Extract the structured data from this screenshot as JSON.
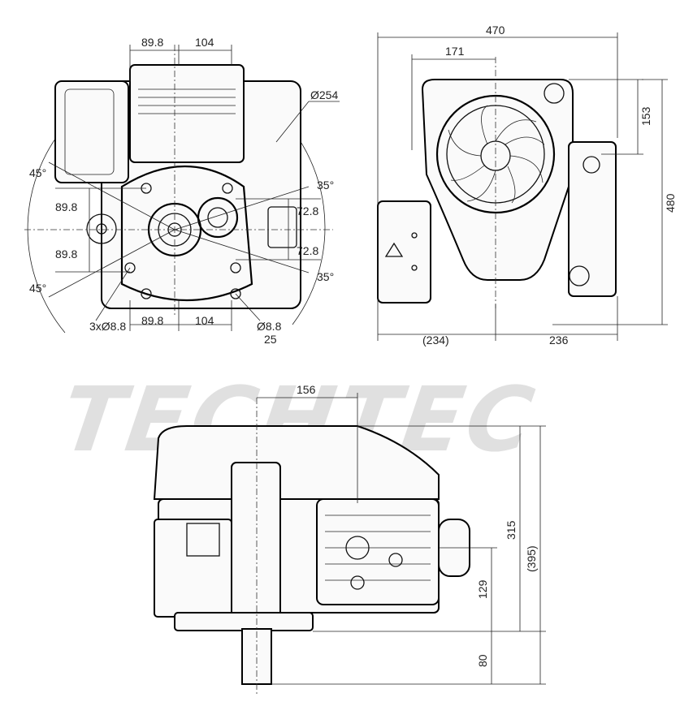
{
  "watermark": "TECHTEC",
  "top_left_view": {
    "dim_top_left": "89.8",
    "dim_top_right": "104",
    "dim_diameter_top": "Ø254",
    "angle_upper_left": "45°",
    "angle_lower_left": "45°",
    "angle_upper_right": "35°",
    "angle_lower_right": "35°",
    "dim_left_upper": "89.8",
    "dim_left_lower": "89.8",
    "dim_right_upper": "72.8",
    "dim_right_lower": "72.8",
    "dim_holes_left": "3xØ8.8",
    "dim_bottom_left": "89.8",
    "dim_bottom_right": "104",
    "dim_hole_right": "Ø8.8",
    "dim_hole_depth": "25"
  },
  "top_right_view": {
    "dim_overall_width": "470",
    "dim_to_center": "171",
    "dim_height_top": "153",
    "dim_height_overall": "480",
    "dim_bottom_left": "(234)",
    "dim_bottom_right": "236"
  },
  "side_view": {
    "dim_top": "156",
    "dim_height_315": "315",
    "dim_height_395": "(395)",
    "dim_height_129": "129",
    "dim_shaft_80": "80"
  }
}
